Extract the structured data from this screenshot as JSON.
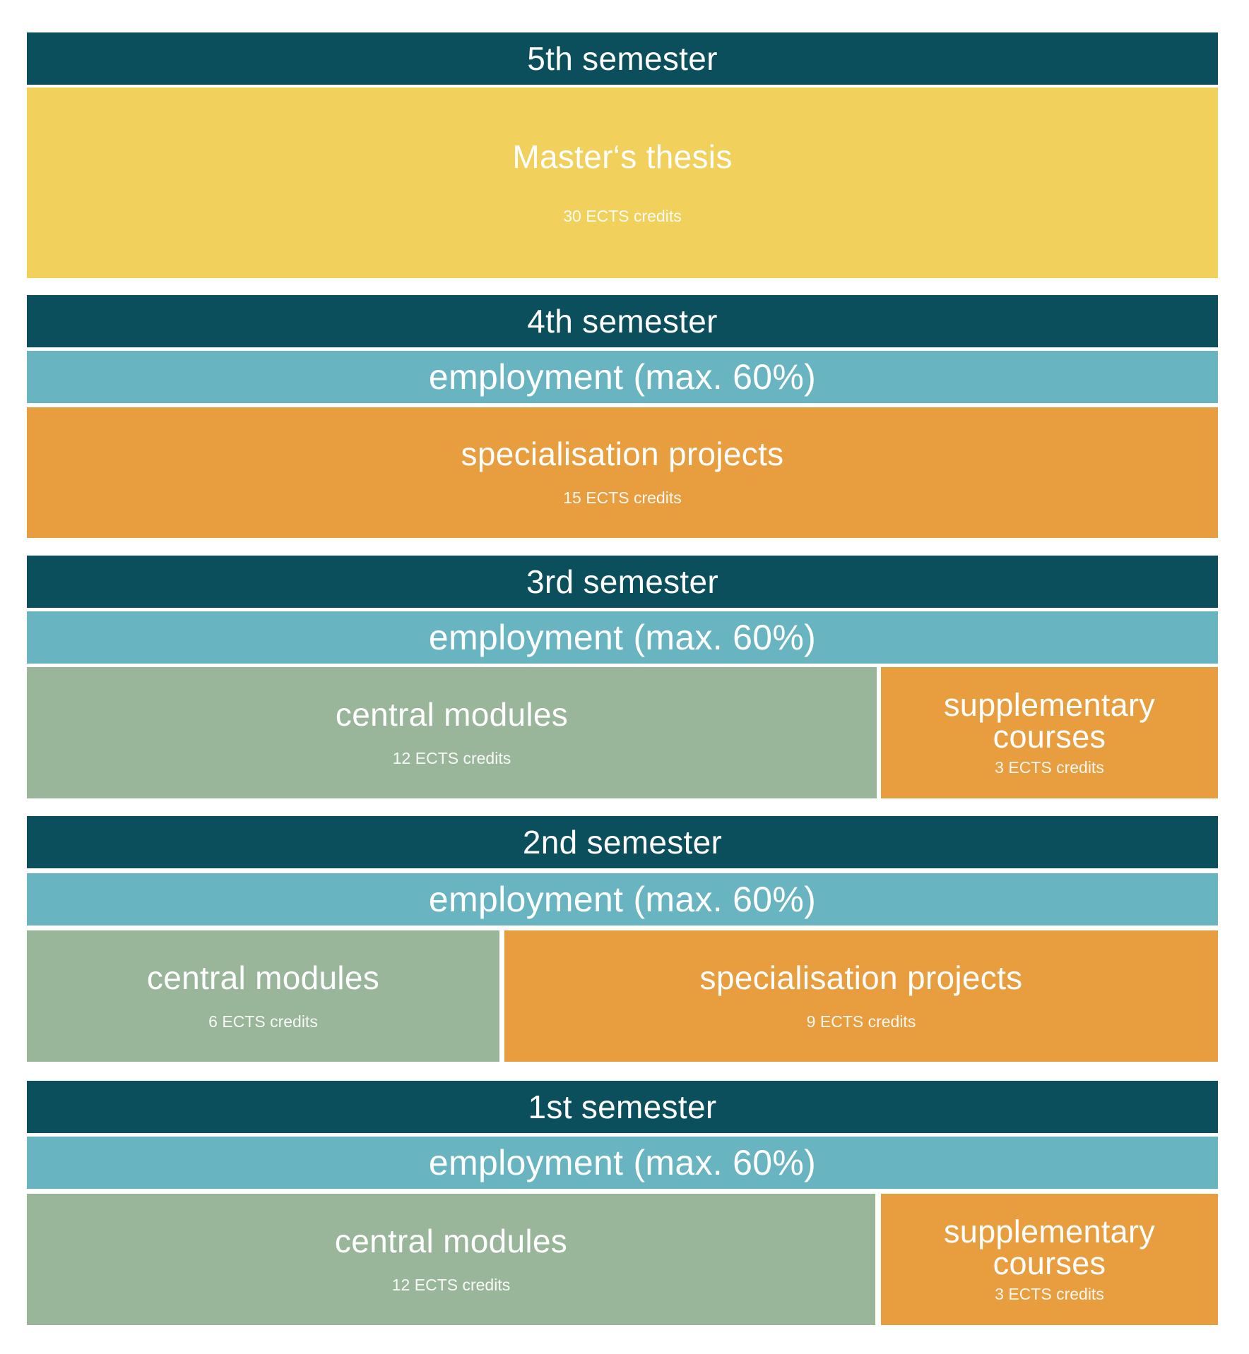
{
  "semesters": {
    "s5": {
      "header": "5th semester",
      "thesis": {
        "title": "Master‘s thesis",
        "credits": "30 ECTS credits"
      }
    },
    "s4": {
      "header": "4th semester",
      "employment": "employment (max. 60%)",
      "projects": {
        "title": "specialisation projects",
        "credits": "15 ECTS credits"
      }
    },
    "s3": {
      "header": "3rd semester",
      "employment": "employment (max. 60%)",
      "central": {
        "title": "central modules",
        "credits": "12 ECTS credits"
      },
      "supplementary": {
        "title": "supplementary courses",
        "credits": "3 ECTS credits"
      }
    },
    "s2": {
      "header": "2nd semester",
      "employment": "employment (max. 60%)",
      "central": {
        "title": "central modules",
        "credits": "6 ECTS credits"
      },
      "projects": {
        "title": "specialisation projects",
        "credits": "9 ECTS credits"
      }
    },
    "s1": {
      "header": "1st semester",
      "employment": "employment (max. 60%)",
      "central": {
        "title": "central modules",
        "credits": "12 ECTS credits"
      },
      "supplementary": {
        "title": "supplementary courses",
        "credits": "3 ECTS credits"
      }
    }
  },
  "colors": {
    "header": "#0b4f5c",
    "employment": "#69b4c1",
    "thesis": "#f1d05b",
    "specialisation": "#e89e3f",
    "central": "#99b59a"
  }
}
